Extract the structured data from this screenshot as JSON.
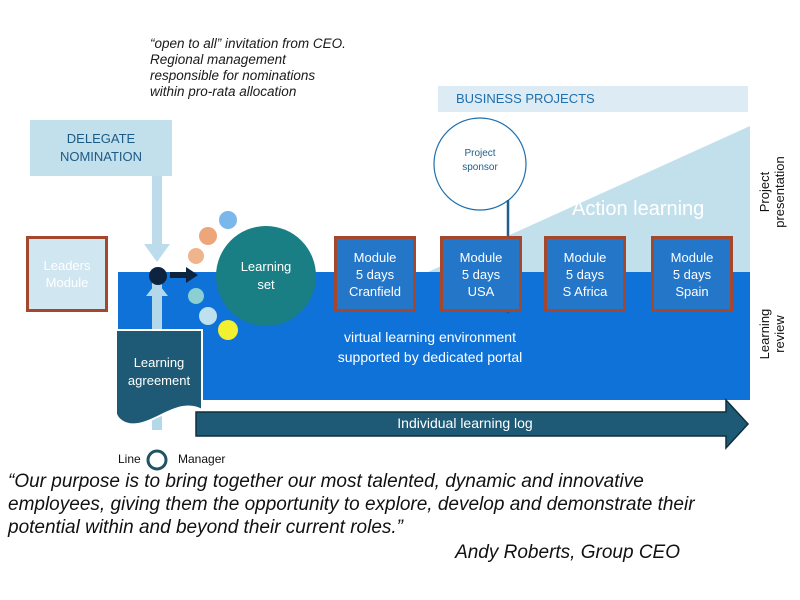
{
  "note_text": "“open to all” invitation from CEO.  Regional management responsible for nominations within pro-rata allocation",
  "delegate_nomination": {
    "line1": "DELEGATE",
    "line2": "NOMINATION"
  },
  "business_projects": "BUSINESS PROJECTS",
  "project_sponsor": {
    "line1": "Project",
    "line2": "sponsor"
  },
  "action_learning": "Action learning",
  "leaders_module": {
    "line1": "Leaders",
    "line2": "Module"
  },
  "learning_set": {
    "line1": "Learning",
    "line2": "set"
  },
  "modules": [
    {
      "line1": "Module",
      "line2": "5 days",
      "line3": "Cranfield"
    },
    {
      "line1": "Module",
      "line2": "5 days",
      "line3": "USA"
    },
    {
      "line1": "Module",
      "line2": "5 days",
      "line3": "S Africa"
    },
    {
      "line1": "Module",
      "line2": "5 days",
      "line3": "Spain"
    }
  ],
  "vle": {
    "line1": "virtual  learning environment",
    "line2": "supported by dedicated portal"
  },
  "learning_agreement": {
    "line1": "Learning",
    "line2": "agreement"
  },
  "individual_learning_log": "Individual learning log",
  "line_manager": {
    "left": "Line",
    "right": "Manager"
  },
  "side_labels": {
    "project_presentation": {
      "line1": "Project",
      "line2": "presentation"
    },
    "learning_review": {
      "line1": "Learning",
      "line2": "review"
    }
  },
  "quote": "“Our purpose is to bring together our most talented, dynamic and innovative employees, giving them the opportunity to explore, develop and demonstrate their potential within and beyond their current roles.”",
  "quote_author": "Andy Roberts, Group CEO",
  "colors": {
    "main_blue": "#0e72d8",
    "light_blue": "#c2e0ec",
    "pale_blue": "#dcebf4",
    "teal": "#1a7e85",
    "dark_teal": "#1e5560",
    "module_border": "#a4472c",
    "module_fill": "#2376c8"
  }
}
